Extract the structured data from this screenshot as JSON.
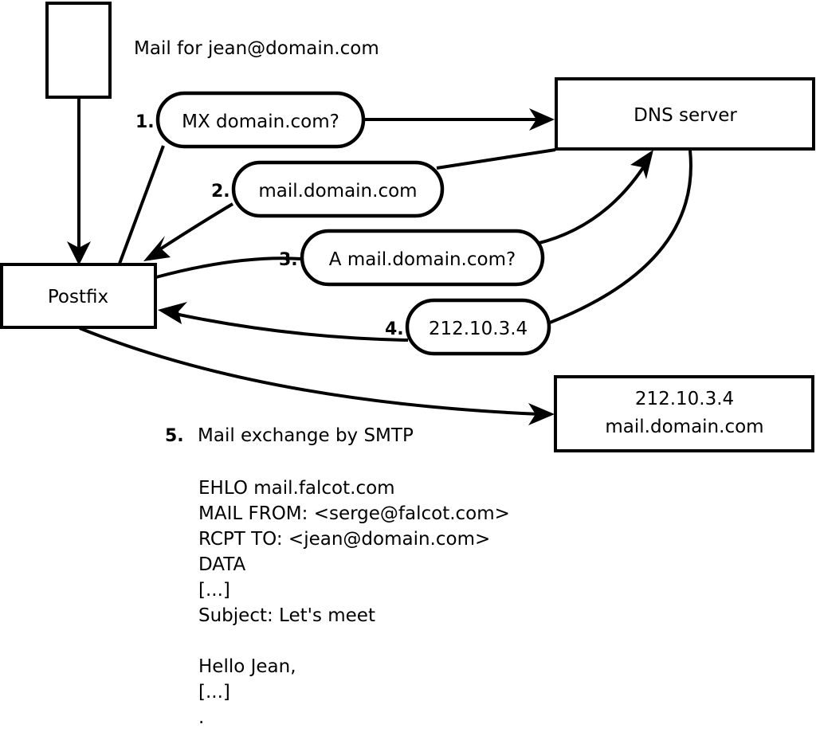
{
  "diagram": {
    "title_caption": "Mail for jean@domain.com",
    "nodes": {
      "sender_box": {
        "label": ""
      },
      "postfix_box": {
        "label": "Postfix"
      },
      "dns_box": {
        "label": "DNS server"
      },
      "target_box": {
        "line1": "212.10.3.4",
        "line2": "mail.domain.com"
      }
    },
    "steps": [
      {
        "num": "1.",
        "text": "MX domain.com?"
      },
      {
        "num": "2.",
        "text": "mail.domain.com"
      },
      {
        "num": "3.",
        "text": "A mail.domain.com?"
      },
      {
        "num": "4.",
        "text": "212.10.3.4"
      }
    ],
    "step5": {
      "num": "5.",
      "text": "Mail exchange by SMTP"
    },
    "smtp_transcript": [
      "EHLO mail.falcot.com",
      "MAIL FROM: <serge@falcot.com>",
      "RCPT TO: <jean@domain.com>",
      "DATA",
      "[...]",
      "Subject: Let's meet",
      "",
      "Hello Jean,",
      "[...]",
      "",
      "."
    ],
    "colors": {
      "stroke": "#000000",
      "fill": "#ffffff",
      "text": "#000000"
    }
  }
}
